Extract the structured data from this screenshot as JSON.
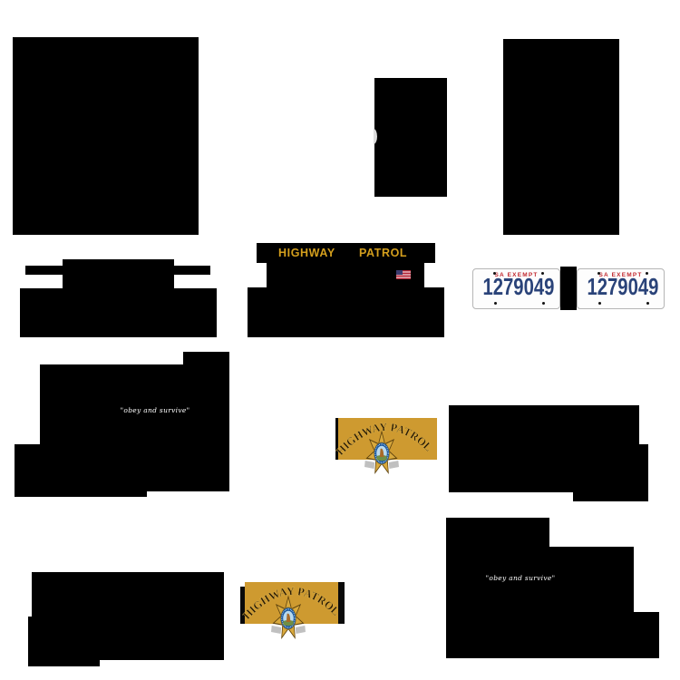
{
  "cab_banner": {
    "highway": "HIGHWAY",
    "patrol": "PATROL"
  },
  "decal": {
    "text": "HIGHWAY PATROL"
  },
  "plate": {
    "header": "SA EXEMPT",
    "number": "1279049"
  },
  "slogan": {
    "text": "\"obey and survive\""
  },
  "colors": {
    "gold-text": "#d49f1d",
    "decal-gold": "#ce9a30",
    "plate-red": "#c1272d",
    "plate-navy": "#2a4379",
    "flag-red": "#b22234",
    "flag-blue": "#3c3b6e"
  },
  "sprites": {
    "black_pieces": [
      {
        "name": "trunk-panel",
        "rects": [
          [
            14,
            41,
            205,
            218
          ]
        ]
      },
      {
        "name": "roof-panel",
        "rects": [
          [
            413,
            86,
            80,
            131
          ]
        ]
      },
      {
        "name": "hood-panel",
        "rects": [
          [
            555,
            43,
            128,
            216
          ]
        ]
      },
      {
        "name": "front-bumper",
        "rects": [
          [
            69,
            286,
            123,
            32
          ],
          [
            28,
            293,
            41,
            10
          ],
          [
            192,
            293,
            40,
            10
          ],
          [
            22,
            318,
            217,
            54
          ]
        ]
      },
      {
        "name": "cab-front-panel",
        "rects": [
          [
            283,
            268,
            197,
            22
          ],
          [
            294,
            290,
            174,
            27
          ],
          [
            273,
            317,
            217,
            55
          ]
        ]
      },
      {
        "name": "plate-separator",
        "rects": [
          [
            618,
            294,
            18,
            48
          ]
        ]
      },
      {
        "name": "door-panel-left",
        "rects": [
          [
            202,
            388,
            51,
            15
          ],
          [
            44,
            402,
            209,
            140
          ],
          [
            16,
            490,
            28,
            58
          ],
          [
            44,
            542,
            118,
            6
          ]
        ]
      },
      {
        "name": "fender-right",
        "rects": [
          [
            495,
            447,
            210,
            96
          ],
          [
            705,
            490,
            10,
            63
          ],
          [
            632,
            543,
            83,
            10
          ]
        ]
      },
      {
        "name": "quarter-panel-right",
        "rects": [
          [
            492,
            571,
            114,
            32
          ],
          [
            492,
            603,
            207,
            72
          ],
          [
            492,
            675,
            235,
            51
          ]
        ]
      },
      {
        "name": "rear-bumper",
        "rects": [
          [
            35,
            631,
            212,
            97
          ],
          [
            31,
            680,
            4,
            55
          ],
          [
            31,
            728,
            79,
            7
          ]
        ]
      }
    ]
  }
}
